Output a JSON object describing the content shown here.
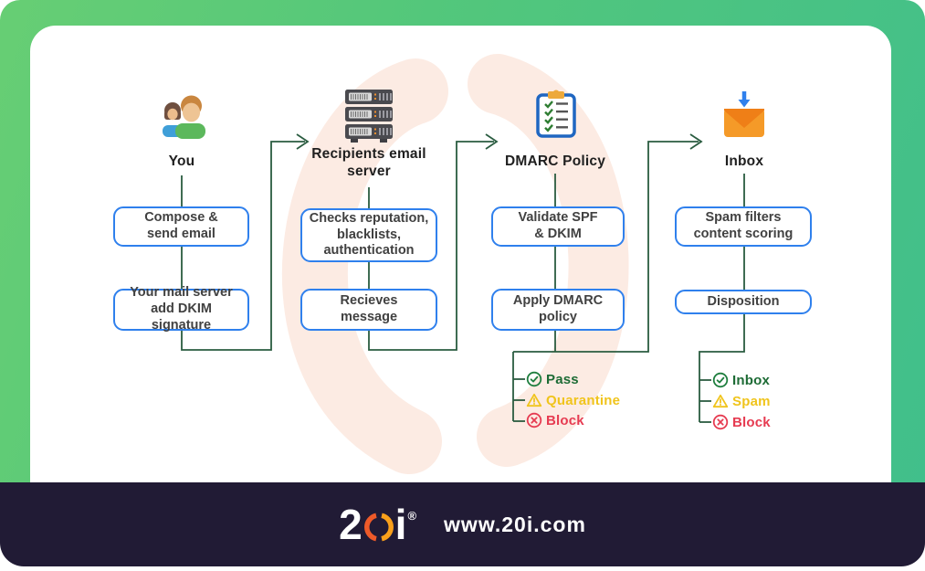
{
  "flow": {
    "columns": [
      {
        "title": "You",
        "icon": "users-icon",
        "steps": [
          "Compose & send email",
          "Your mail server add DKIM signature"
        ]
      },
      {
        "title": "Recipients email server",
        "icon": "server-icon",
        "steps": [
          "Checks reputation, blacklists, authentication",
          "Recieves message"
        ]
      },
      {
        "title": "DMARC Policy",
        "icon": "clipboard-checklist-icon",
        "steps": [
          "Validate SPF & DKIM",
          "Apply DMARC policy"
        ],
        "outcomes": [
          {
            "label": "Pass",
            "icon": "check-circle-icon",
            "status": "pass"
          },
          {
            "label": "Quarantine",
            "icon": "warning-triangle-icon",
            "status": "warn"
          },
          {
            "label": "Block",
            "icon": "x-circle-icon",
            "status": "block"
          }
        ]
      },
      {
        "title": "Inbox",
        "icon": "inbox-envelope-icon",
        "steps": [
          "Spam filters content scoring",
          "Disposition"
        ],
        "outcomes": [
          {
            "label": "Inbox",
            "icon": "check-circle-icon",
            "status": "pass"
          },
          {
            "label": "Spam",
            "icon": "warning-triangle-icon",
            "status": "warn"
          },
          {
            "label": "Block",
            "icon": "x-circle-icon",
            "status": "block"
          }
        ]
      }
    ]
  },
  "footer": {
    "brand_prefix": "2",
    "brand_suffix": "i",
    "registered": "®",
    "url": "www.20i.com"
  },
  "colors": {
    "connector_green": "#2a5c40",
    "box_border_blue": "#2f80ed",
    "pass_green": "#1d6b35",
    "warn_yellow": "#f0c41c",
    "block_red": "#e63b51",
    "footer_bg": "#211b35",
    "brand_orange_red": "#ee5a29",
    "brand_orange_yellow": "#f9a01b",
    "watermark_peach": "#fcebe3",
    "background_green_left": "#67ce74",
    "background_green_right": "#41bf8b"
  }
}
